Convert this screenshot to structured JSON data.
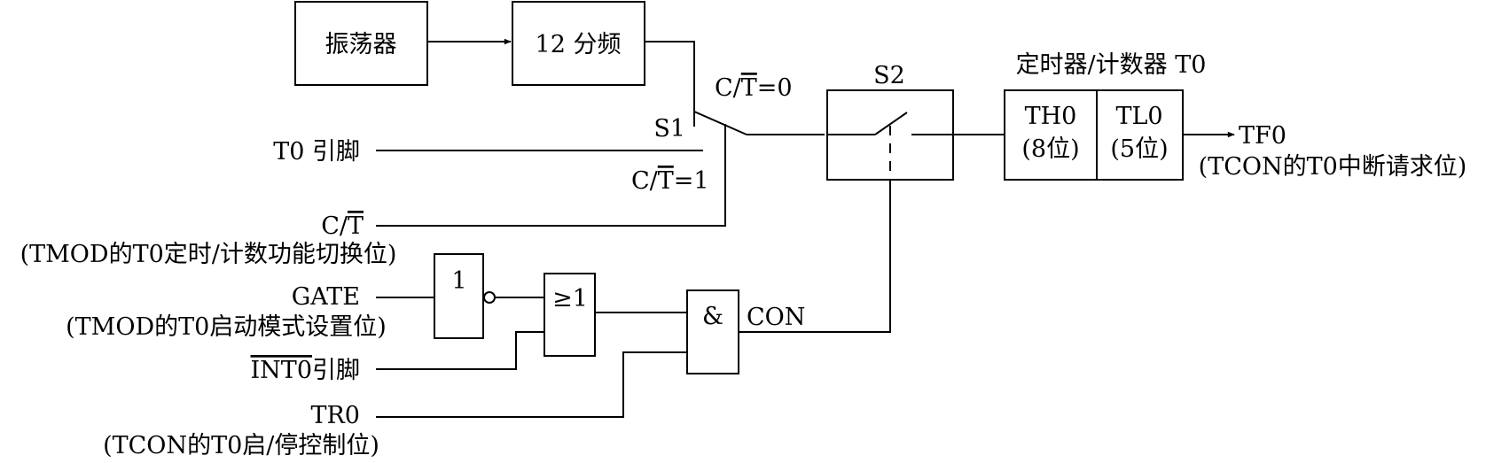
{
  "blocks": {
    "oscillator": "振荡器",
    "divider": "12 分频",
    "switch_s2": "S2",
    "timer_title": "定时器/计数器 T0",
    "th0": "TH0",
    "th0_bits": "(8位)",
    "tl0": "TL0",
    "tl0_bits": "(5位)",
    "not_gate": "1",
    "or_gate": "≥1",
    "and_gate": "&"
  },
  "switch_s1": {
    "name": "S1",
    "ct0_prefix": "C/",
    "ct0_bar": "T",
    "ct0_suffix": "=0",
    "ct1_prefix": "C/",
    "ct1_bar": "T",
    "ct1_suffix": "=1"
  },
  "inputs": {
    "t0_pin": "T0 引脚",
    "ct_prefix": "C/",
    "ct_bar": "T",
    "ct_note": "(TMOD的T0定时/计数功能切换位)",
    "gate": "GATE",
    "gate_note": "(TMOD的T0启动模式设置位)",
    "int0_bar": "INT0",
    "int0_suffix": "引脚",
    "tr0": "TR0",
    "tr0_note": "(TCON的T0启/停控制位)"
  },
  "signals": {
    "con": "CON"
  },
  "outputs": {
    "tf0": "TF0",
    "tf0_note": "(TCON的T0中断请求位)"
  }
}
